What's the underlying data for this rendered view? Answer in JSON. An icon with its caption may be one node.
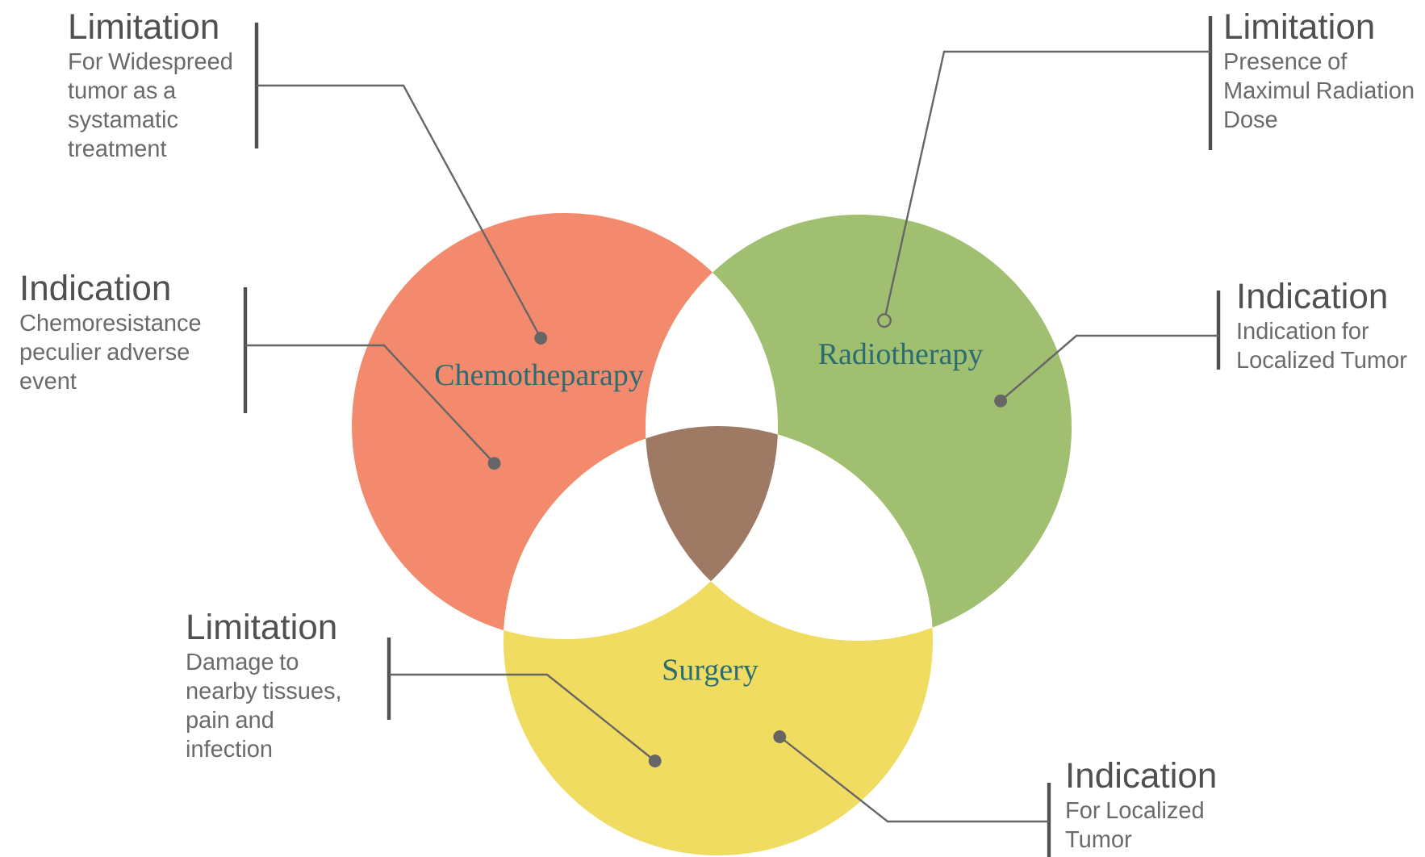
{
  "diagram": {
    "nodes": [
      {
        "text": [
          "Chemotheparapy"
        ]
      },
      {
        "text": [
          "Radiotherapy"
        ]
      },
      {
        "text": [
          "Surgery"
        ]
      },
      {
        "text": [
          "Limitation",
          "For Widespreed tumor as a systamatic treatment"
        ]
      },
      {
        "text": [
          "Indication",
          "Chemoresistance peculier adverse event"
        ]
      },
      {
        "text": [
          "Limitation",
          "Presence of Maximul Radiation Dose"
        ]
      },
      {
        "text": [
          "Indication",
          "Indication for Localized Tumor"
        ]
      },
      {
        "text": [
          "Limitation",
          "Damage to nearby tissues, pain and infection"
        ]
      },
      {
        "text": [
          "Indication",
          "For Localized Tumor"
        ]
      }
    ],
    "edges": [
      {
        "from": 3,
        "to": 0,
        "arrow": "other"
      },
      {
        "from": 4,
        "to": 0,
        "arrow": "other"
      },
      {
        "from": 5,
        "to": 1,
        "arrow": "other"
      },
      {
        "from": 6,
        "to": 1,
        "arrow": "other"
      },
      {
        "from": 7,
        "to": 2,
        "arrow": "other"
      },
      {
        "from": 8,
        "to": 2,
        "arrow": "other"
      }
    ]
  }
}
